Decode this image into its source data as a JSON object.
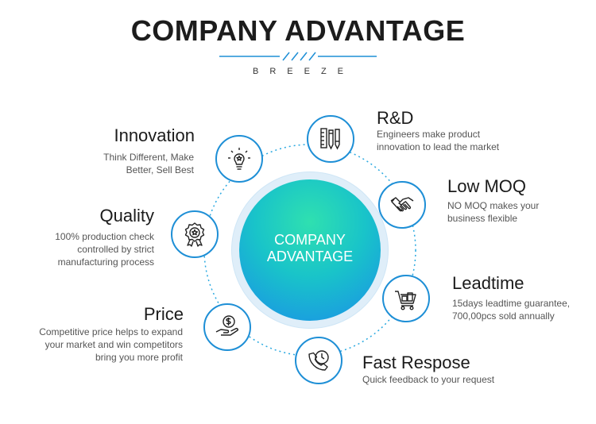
{
  "header": {
    "title": "COMPANY ADVANTAGE",
    "brand": "BREEZE"
  },
  "center": {
    "line1": "COMPANY",
    "line2": "ADVANTAGE"
  },
  "colors": {
    "accent": "#1e8fd6",
    "gradient_top": "#2fe0b0",
    "gradient_bottom": "#1a8fe8"
  },
  "items": [
    {
      "title": "R&D",
      "icon": "pencil-ruler-icon",
      "lines": [
        "Engineers make product",
        "innovation to lead the market"
      ]
    },
    {
      "title": "Low MOQ",
      "icon": "handshake-icon",
      "lines": [
        "NO MOQ makes your",
        "business flexible"
      ]
    },
    {
      "title": "Leadtime",
      "icon": "shopping-cart-icon",
      "lines": [
        "15days leadtime guarantee,",
        "700,00pcs sold annually"
      ]
    },
    {
      "title": "Fast Respose",
      "icon": "phone-clock-icon",
      "lines": [
        "Quick feedback to your request"
      ]
    },
    {
      "title": "Price",
      "icon": "money-hand-icon",
      "lines": [
        "Competitive price helps to expand",
        "your market and win competitors",
        "bring you more profit"
      ]
    },
    {
      "title": "Quality",
      "icon": "award-badge-icon",
      "lines": [
        "100% production check",
        "controlled by strict",
        "manufacturing process"
      ]
    },
    {
      "title": "Innovation",
      "icon": "light-bulb-icon",
      "lines": [
        "Think Different, Make",
        "Better, Sell Best"
      ]
    }
  ]
}
